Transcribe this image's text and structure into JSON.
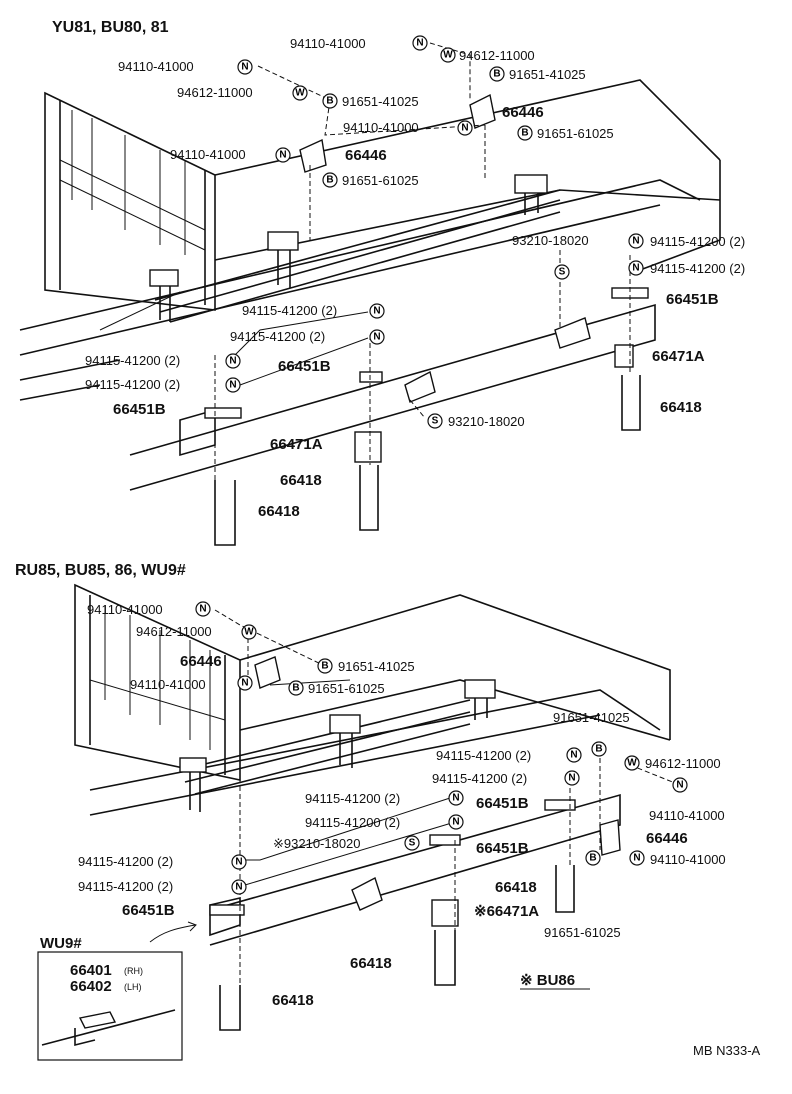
{
  "sections": [
    {
      "title": "YU81, BU80, 81"
    },
    {
      "title": "RU85, BU85, 86, WU9#"
    }
  ],
  "symbols": {
    "nut": "N",
    "washer": "W",
    "bolt": "B",
    "stud": "S"
  },
  "labels_top": [
    "94110-41000",
    "94612-11000",
    "91651-41025",
    "94110-41000",
    "94612-11000",
    "91651-41025",
    "66446",
    "94110-41000",
    "91651-61025",
    "94110-41000",
    "66446",
    "91651-61025",
    "93210-18020",
    "94115-41200 (2)",
    "94115-41200 (2)",
    "66451B",
    "66471A",
    "66418",
    "94115-41200 (2)",
    "94115-41200 (2)",
    "94115-41200 (2)",
    "94115-41200 (2)",
    "66451B",
    "66451B",
    "93210-18020",
    "66471A",
    "66418",
    "66418"
  ],
  "labels_bottom": [
    "94110-41000",
    "94612-11000",
    "66446",
    "91651-41025",
    "94110-41000",
    "91651-61025",
    "91651-41025",
    "94115-41200 (2)",
    "94612-11000",
    "94115-41200 (2)",
    "94110-41000",
    "94115-41200 (2)",
    "94115-41200 (2)",
    "66451B",
    "66446",
    "※93210-18020",
    "66451B",
    "94115-41200 (2)",
    "94110-41000",
    "94115-41200 (2)",
    "66418",
    "66451B",
    "※66471A",
    "91651-61025",
    "66418",
    "66418"
  ],
  "inset": {
    "title": "WU9#",
    "part_rh": "66401",
    "rh": "(RH)",
    "part_lh": "66402",
    "lh": "(LH)"
  },
  "note": "※ BU86",
  "code": "MB N333-A"
}
